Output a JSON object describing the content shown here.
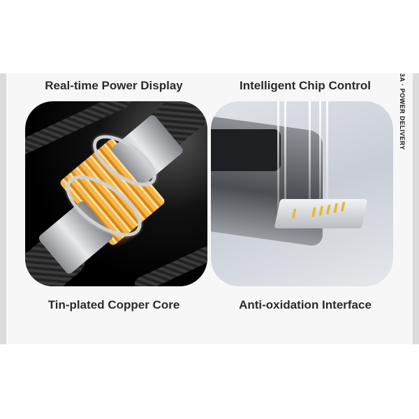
{
  "features": [
    {
      "label": "Real-time Power Display",
      "image": "braided-cable-copper-core-exploded-view"
    },
    {
      "label": "Intelligent Chip Control",
      "image": "lightning-connector-with-display"
    },
    {
      "label": "Tin-plated Copper Core"
    },
    {
      "label": "Anti-oxidation Interface"
    }
  ],
  "side_label": "3A · POWER DELIVERY",
  "colors": {
    "background": "#ffffff",
    "card": "#f7f7f7",
    "side_band": "#dcdcdc",
    "title_text": "#2b2b2b",
    "copper": "#f5b548"
  }
}
